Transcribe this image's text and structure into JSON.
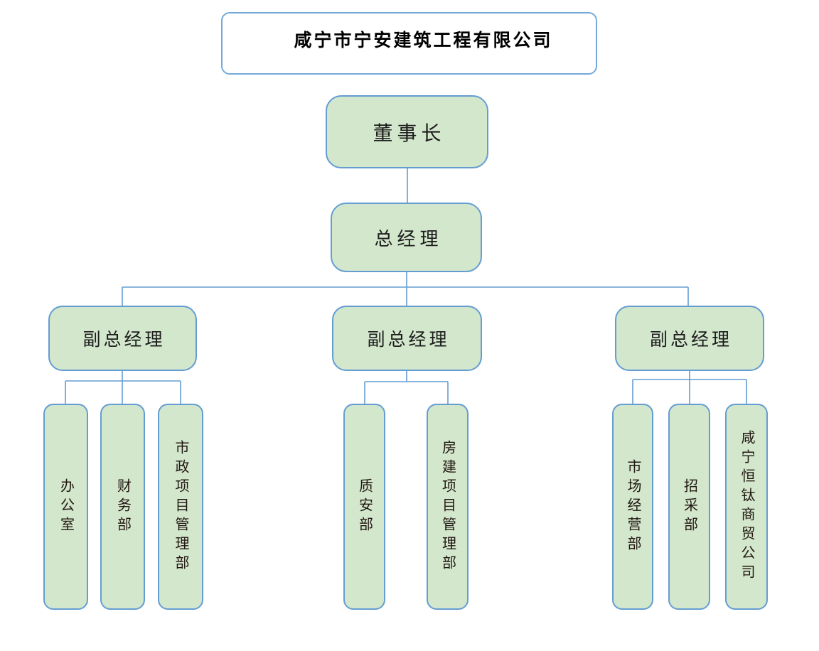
{
  "colors": {
    "node_fill": "#d3e7cd",
    "node_border": "#649dd2",
    "connector": "#649dd2",
    "title_border": "#74a9da",
    "title_text": "#000000",
    "node_text": "#1c1c1c",
    "dept_text": "#221712",
    "page_bg": "#ffffff"
  },
  "org_chart": {
    "company": "咸宁市宁安建筑工程有限公司",
    "chairman": "董事长",
    "general_manager": "总经理",
    "branches": [
      {
        "manager": "副总经理",
        "departments": [
          "办公室",
          "财务部",
          "市政项目管理部"
        ]
      },
      {
        "manager": "副总经理",
        "departments": [
          "质安部",
          "房建项目管理部"
        ]
      },
      {
        "manager": "副总经理",
        "departments": [
          "市场经营部",
          "招采部",
          "咸宁恒钛商贸公司"
        ]
      }
    ]
  }
}
